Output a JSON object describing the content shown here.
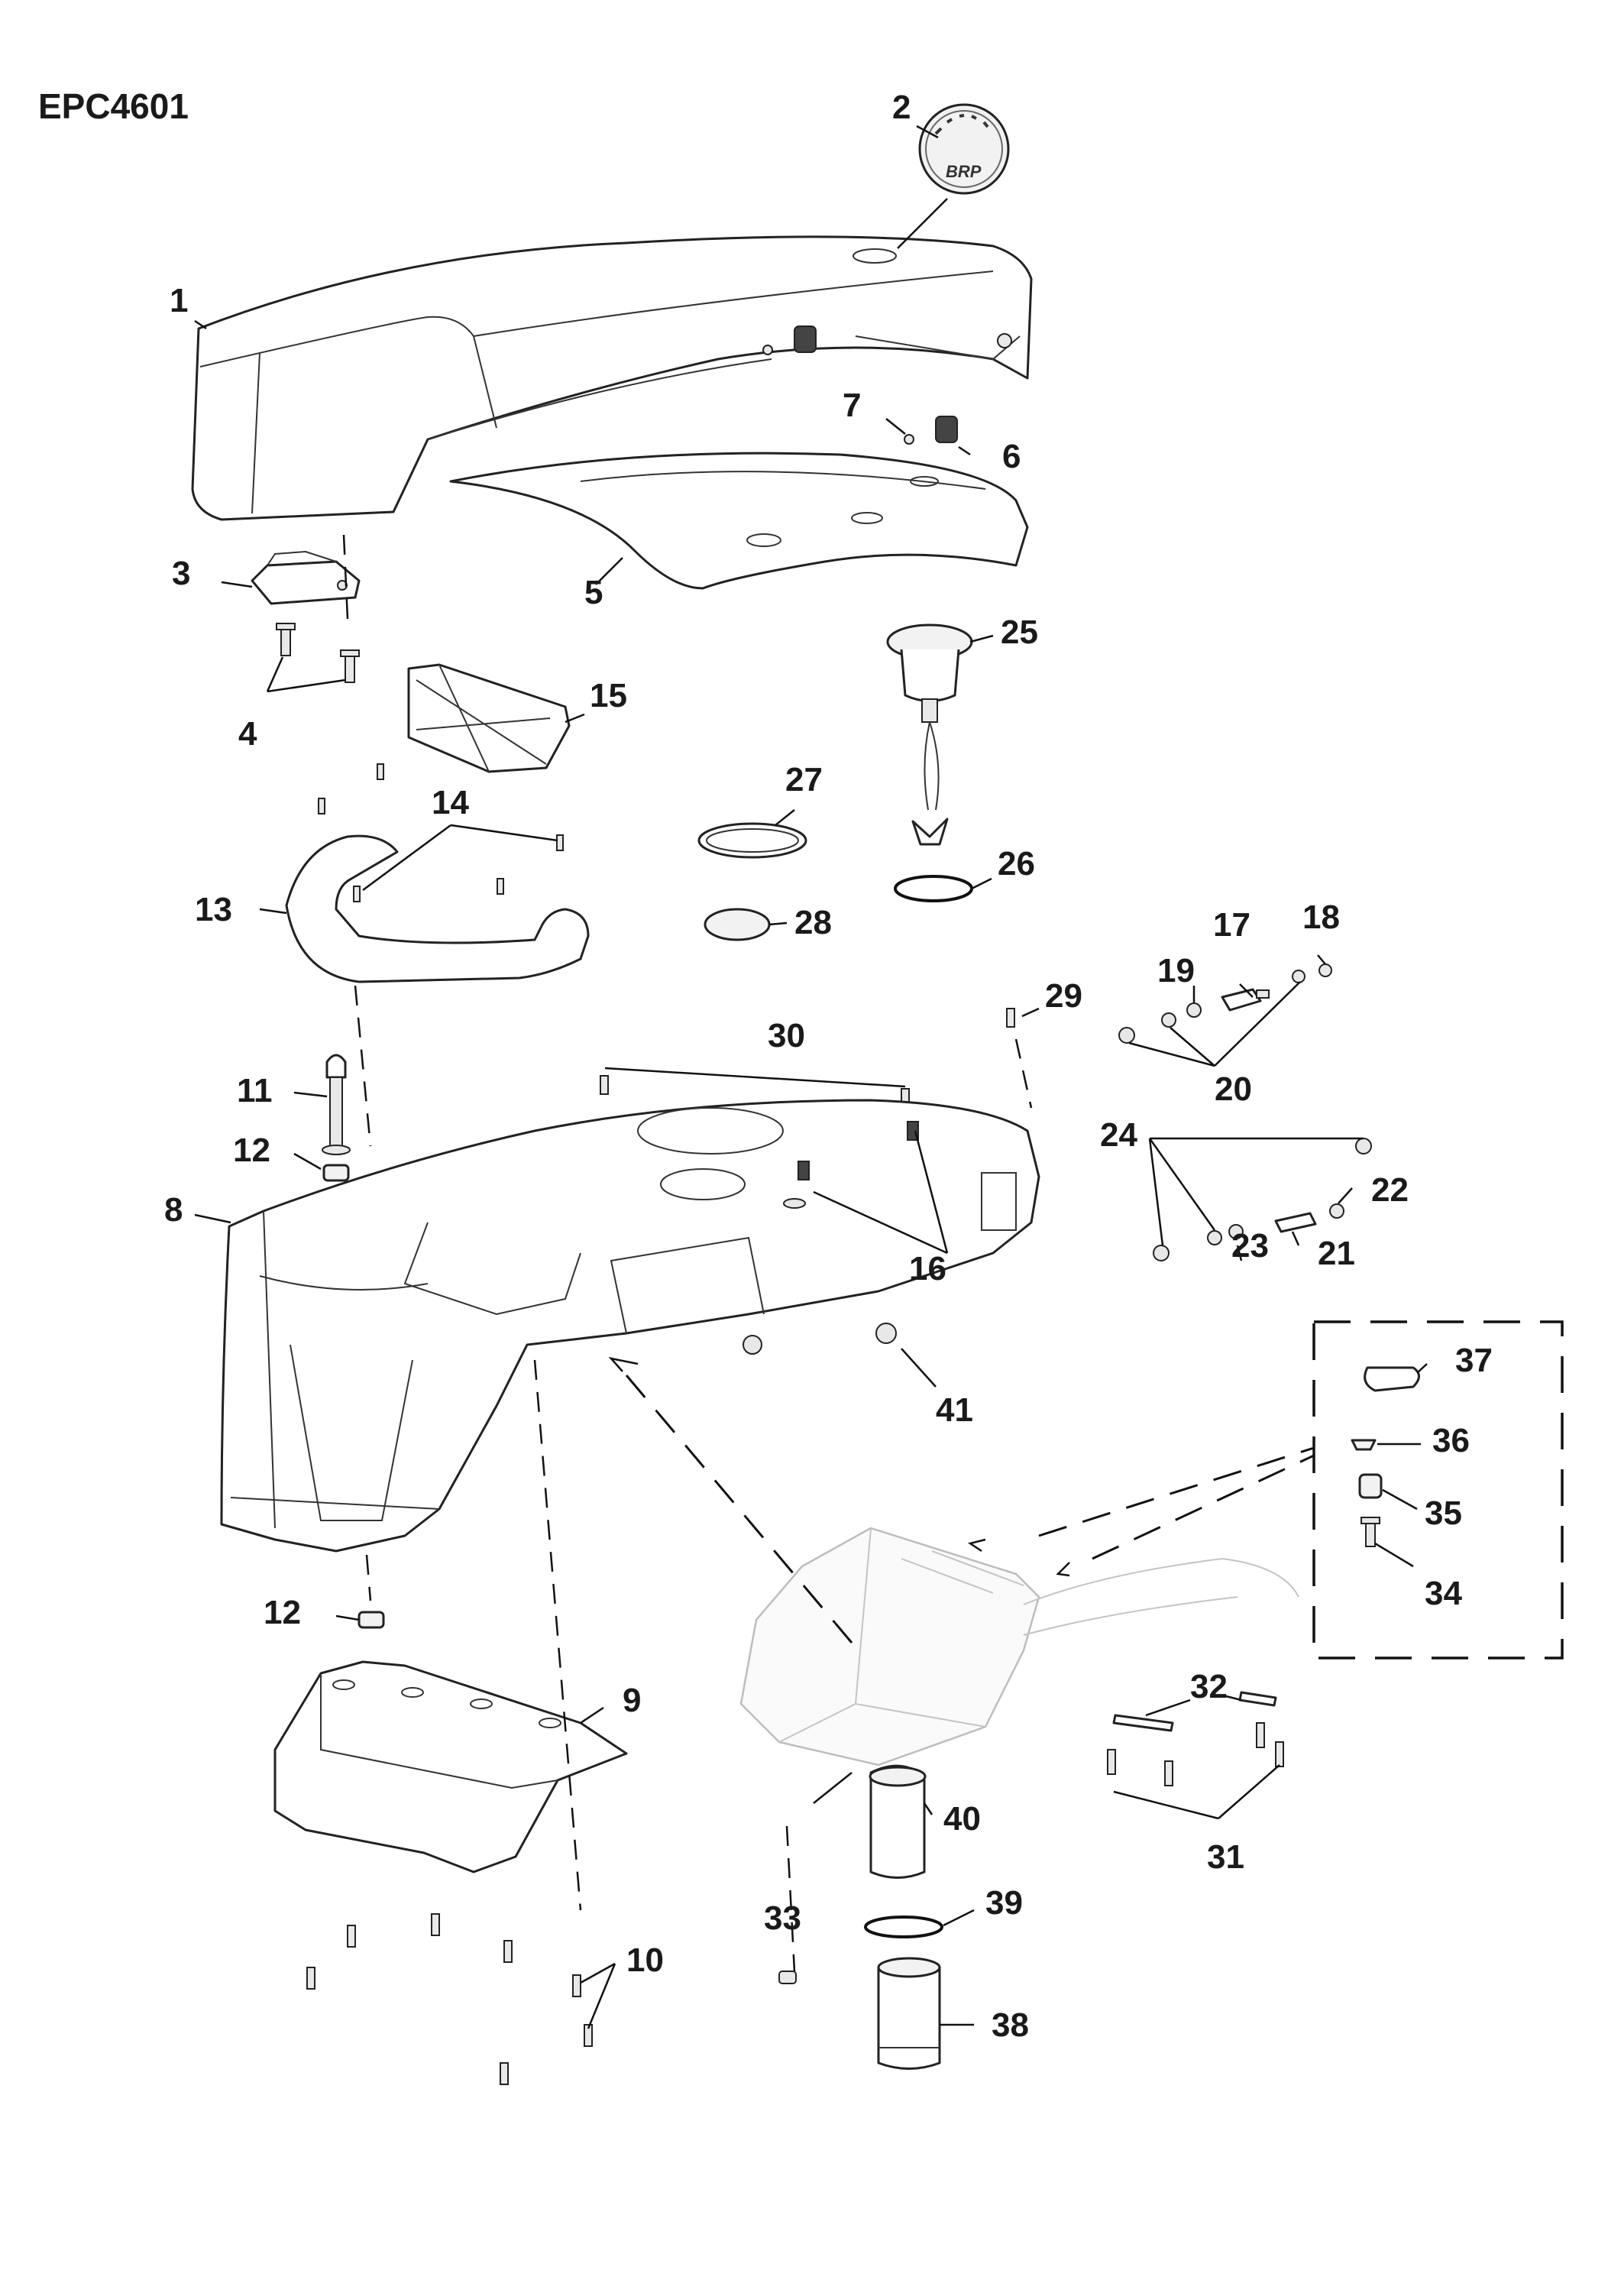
{
  "diagram": {
    "code": "EPC4601",
    "logo_text": "BRP",
    "labels": [
      "1",
      "2",
      "3",
      "4",
      "5",
      "6",
      "7",
      "8",
      "9",
      "10",
      "11",
      "12",
      "12",
      "13",
      "14",
      "15",
      "16",
      "17",
      "18",
      "19",
      "20",
      "21",
      "22",
      "23",
      "24",
      "25",
      "26",
      "27",
      "28",
      "29",
      "30",
      "31",
      "32",
      "33",
      "34",
      "35",
      "36",
      "37",
      "38",
      "39",
      "40",
      "41"
    ]
  }
}
